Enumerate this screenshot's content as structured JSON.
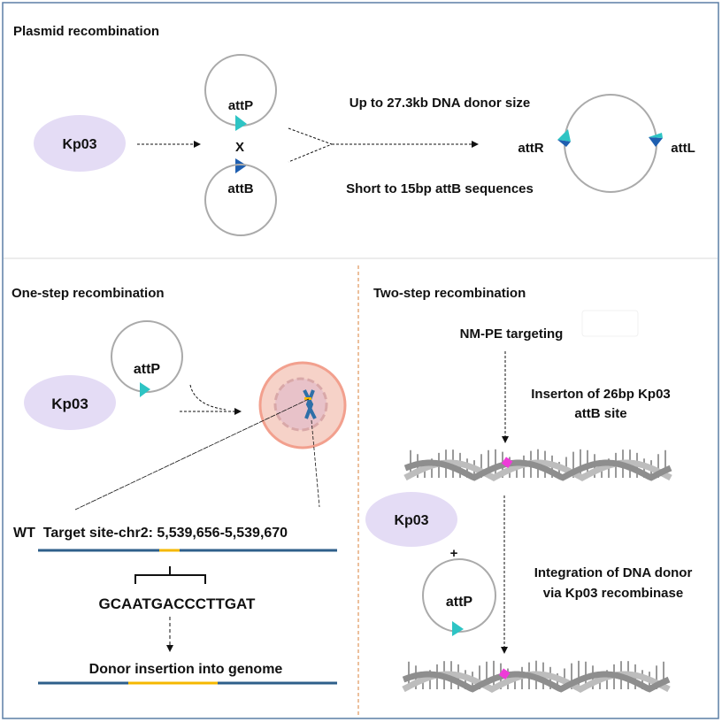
{
  "colors": {
    "frame": "#5b7fa6",
    "enzyme": "#e4dcf5",
    "attP_site": "#2ec4c4",
    "attB_site": "#1f5fb0",
    "genome_line": "#2e5f8a",
    "target_site": "#f5b800",
    "cell": "#f6d2c8",
    "divider": "#e0955a",
    "attB_insert": "#ee3bd8"
  },
  "plasmid": {
    "title": "Plasmid recombination",
    "enzyme": "Kp03",
    "attP": "attP",
    "attB": "attB",
    "cross": "X",
    "note_top": "Up to 27.3kb DNA donor size",
    "note_bottom": "Short to 15bp attB sequences",
    "attR": "attR",
    "attL": "attL"
  },
  "one_step": {
    "title": "One-step recombination",
    "enzyme": "Kp03",
    "attP": "attP",
    "target_label": "WT  Target site-chr2: 5,539,656-5,539,670",
    "sequence": "GCAATGACCCTTGAT",
    "result": "Donor insertion into genome"
  },
  "two_step": {
    "title": "Two-step recombination",
    "step1": "NM-PE targeting",
    "step2_line1": "Inserton of 26bp Kp03",
    "step2_line2": "attB site",
    "enzyme": "Kp03",
    "plus": "+",
    "attP": "attP",
    "step3_line1": "Integration of DNA donor",
    "step3_line2": "via Kp03 recombinase"
  }
}
